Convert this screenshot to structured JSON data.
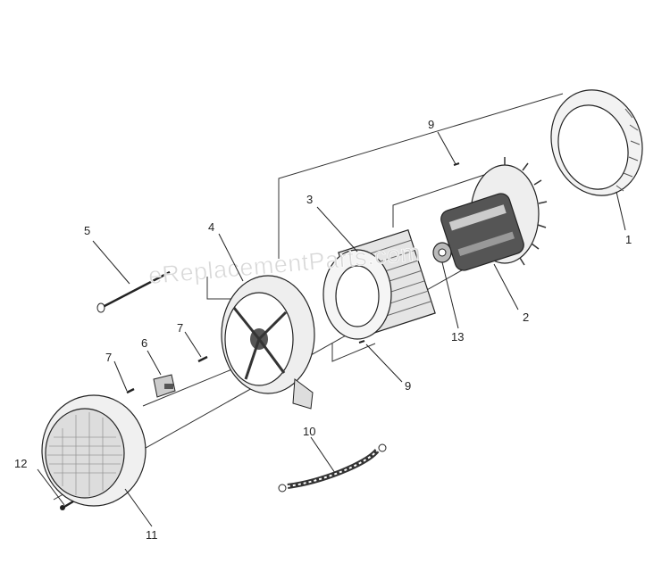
{
  "watermark": "eReplacementParts.com",
  "callouts": {
    "c1": "1",
    "c2": "2",
    "c3": "3",
    "c4": "4",
    "c5": "5",
    "c6": "6",
    "c7a": "7",
    "c7b": "7",
    "c9a": "9",
    "c9b": "9",
    "c10": "10",
    "c11": "11",
    "c12": "12",
    "c13": "13"
  }
}
